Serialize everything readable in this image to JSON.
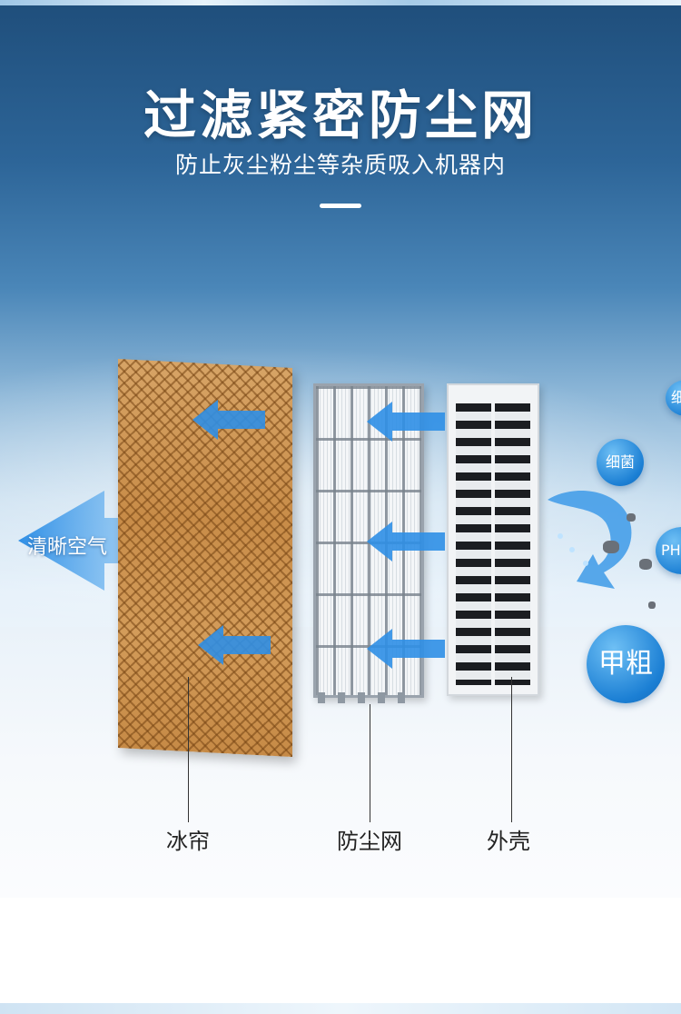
{
  "header": {
    "title": "过滤紧密防尘网",
    "subtitle": "防止灰尘粉尘等杂质吸入机器内"
  },
  "diagram": {
    "clear_air_label": "清晰空气",
    "layers": [
      {
        "label": "冰帘"
      },
      {
        "label": "防尘网"
      },
      {
        "label": "外壳"
      }
    ],
    "impurity_bubbles": [
      "细",
      "细菌",
      "PH",
      "甲粗"
    ]
  },
  "colors": {
    "arrow_blue": "#2f8fe6",
    "bubble_blue": "#1b7fd4",
    "curtain_brown": "#c88c48"
  }
}
